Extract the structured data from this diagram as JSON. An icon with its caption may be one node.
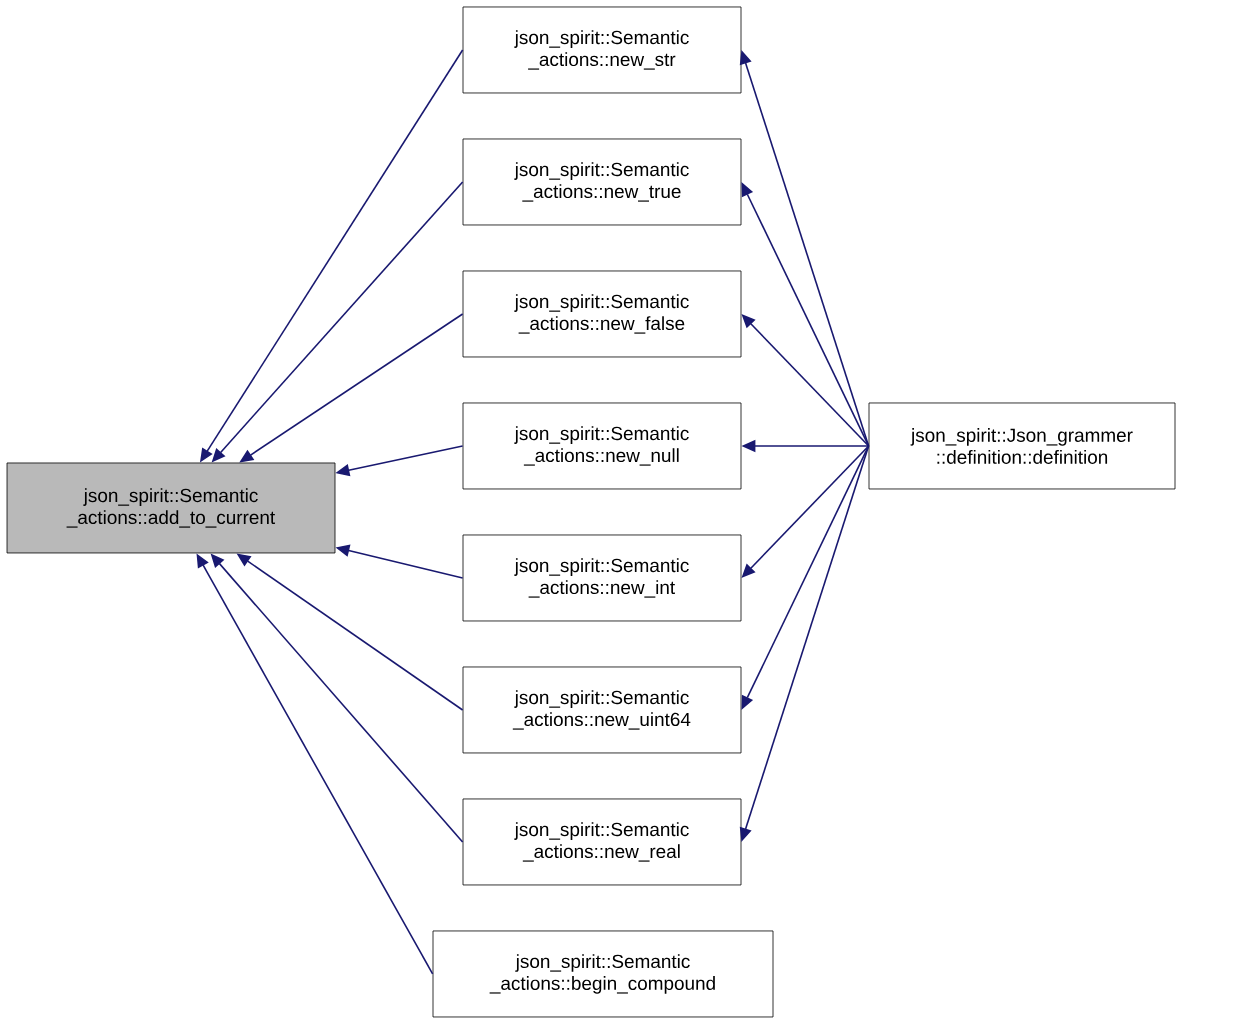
{
  "diagram": {
    "nodes": [
      {
        "text": [
          "json_spirit::Semantic _actions::add_to_current"
        ]
      },
      {
        "text": [
          "json_spirit::Semantic _actions::new_str"
        ]
      },
      {
        "text": [
          "json_spirit::Semantic _actions::new_true"
        ]
      },
      {
        "text": [
          "json_spirit::Semantic _actions::new_false"
        ]
      },
      {
        "text": [
          "json_spirit::Semantic _actions::new_null"
        ]
      },
      {
        "text": [
          "json_spirit::Semantic _actions::new_int"
        ]
      },
      {
        "text": [
          "json_spirit::Semantic _actions::new_uint64"
        ]
      },
      {
        "text": [
          "json_spirit::Semantic _actions::new_real"
        ]
      },
      {
        "text": [
          "json_spirit::Semantic _actions::begin_compound"
        ]
      },
      {
        "text": [
          "json_spirit::Json_grammer ::definition::definition"
        ]
      }
    ],
    "edges": [
      {
        "from": 1,
        "to": 0,
        "arrow": "to"
      },
      {
        "from": 2,
        "to": 0,
        "arrow": "to"
      },
      {
        "from": 3,
        "to": 0,
        "arrow": "to"
      },
      {
        "from": 4,
        "to": 0,
        "arrow": "to"
      },
      {
        "from": 5,
        "to": 0,
        "arrow": "to"
      },
      {
        "from": 6,
        "to": 0,
        "arrow": "to"
      },
      {
        "from": 7,
        "to": 0,
        "arrow": "to"
      },
      {
        "from": 8,
        "to": 0,
        "arrow": "to"
      },
      {
        "from": 9,
        "to": 1,
        "arrow": "to"
      },
      {
        "from": 9,
        "to": 2,
        "arrow": "to"
      },
      {
        "from": 9,
        "to": 3,
        "arrow": "to"
      },
      {
        "from": 9,
        "to": 4,
        "arrow": "to"
      },
      {
        "from": 9,
        "to": 5,
        "arrow": "to"
      },
      {
        "from": 9,
        "to": 6,
        "arrow": "to"
      },
      {
        "from": 9,
        "to": 7,
        "arrow": "to"
      }
    ]
  }
}
